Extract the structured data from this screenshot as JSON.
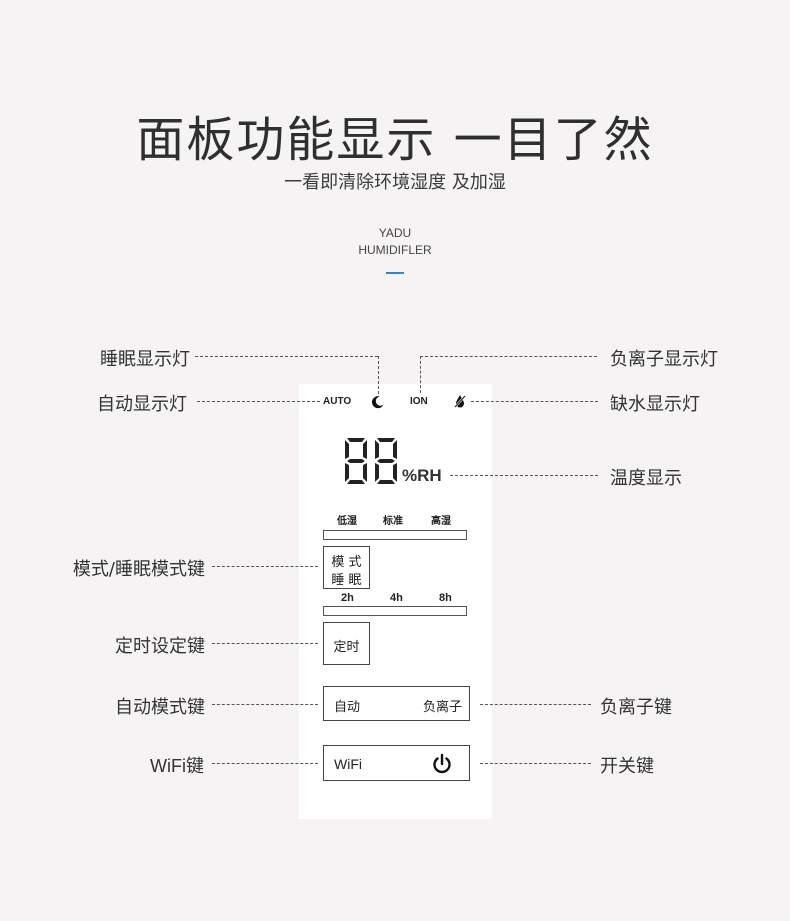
{
  "header": {
    "title": "面板功能显示 一目了然",
    "subtitle": "一看即清除环境湿度 及加湿",
    "brand_line1": "YADU",
    "brand_line2": "HUMIDIFLER",
    "accent_color": "#2f86d1"
  },
  "labels": {
    "sleep_light": "睡眠显示灯",
    "auto_light": "自动显示灯",
    "ion_light": "负离子显示灯",
    "water_light": "缺水显示灯",
    "humidity_display": "温度显示",
    "mode_key": "模式/睡眠模式键",
    "timer_key": "定时设定键",
    "auto_mode_key": "自动模式键",
    "ion_key": "负离子键",
    "wifi_key": "WiFi键",
    "power_key": "开关键"
  },
  "panel": {
    "auto": "AUTO",
    "ion": "ION",
    "digits": "88",
    "unit": "%RH",
    "levels": [
      "低湿",
      "标准",
      "高湿"
    ],
    "mode_btn_line1": "模 式",
    "mode_btn_line2": "睡 眠",
    "timers": [
      "2h",
      "4h",
      "8h"
    ],
    "timer_btn": "定时",
    "auto_btn": "自动",
    "ion_btn": "负离子",
    "wifi_btn": "WiFi",
    "icons": [
      "moon-icon",
      "no-water-icon",
      "power-icon"
    ]
  }
}
